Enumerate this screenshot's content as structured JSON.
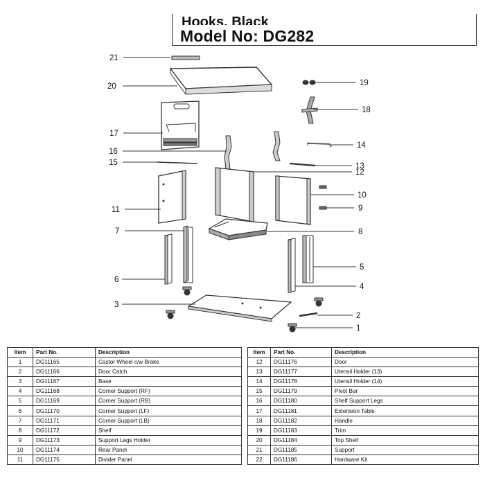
{
  "header": {
    "cut_line": "Hooks, Black",
    "model": "Model No: DG282"
  },
  "callouts": [
    "1",
    "2",
    "3",
    "4",
    "5",
    "6",
    "7",
    "8",
    "9",
    "10",
    "11",
    "12",
    "13",
    "14",
    "15",
    "16",
    "17",
    "18",
    "19",
    "20",
    "21"
  ],
  "table": {
    "headers": [
      "Item",
      "Part No.",
      "Description"
    ],
    "left_rows": [
      [
        "1",
        "DG11165",
        "Castor Wheel c/w Brake"
      ],
      [
        "2",
        "DG11166",
        "Door Catch"
      ],
      [
        "3",
        "DG11167",
        "Base"
      ],
      [
        "4",
        "DG11168",
        "Corner Support (RF)"
      ],
      [
        "5",
        "DG11169",
        "Corner Support (RB)"
      ],
      [
        "6",
        "DG11170",
        "Corner Support (LF)"
      ],
      [
        "7",
        "DG11171",
        "Corner Support (LB)"
      ],
      [
        "8",
        "DG11172",
        "Shelf"
      ],
      [
        "9",
        "DG11173",
        "Support Legs Holder"
      ],
      [
        "10",
        "DG11174",
        "Rear Panel"
      ],
      [
        "11",
        "DG11175",
        "Divider Panel"
      ]
    ],
    "right_rows": [
      [
        "12",
        "DG11176",
        "Door"
      ],
      [
        "13",
        "DG11177",
        "Utensil Holder (13)"
      ],
      [
        "14",
        "DG11178",
        "Utensil Holder (14)"
      ],
      [
        "15",
        "DG11179",
        "Pivot Bar"
      ],
      [
        "16",
        "DG11180",
        "Shelf Support Legs"
      ],
      [
        "17",
        "DG11181",
        "Extension Table"
      ],
      [
        "18",
        "DG11182",
        "Handle"
      ],
      [
        "19",
        "DG11183",
        "Trim"
      ],
      [
        "20",
        "DG11184",
        "Top Shelf"
      ],
      [
        "21",
        "DG11185",
        "Support"
      ],
      [
        "22",
        "DG11186",
        "Hardware Kit"
      ]
    ]
  }
}
